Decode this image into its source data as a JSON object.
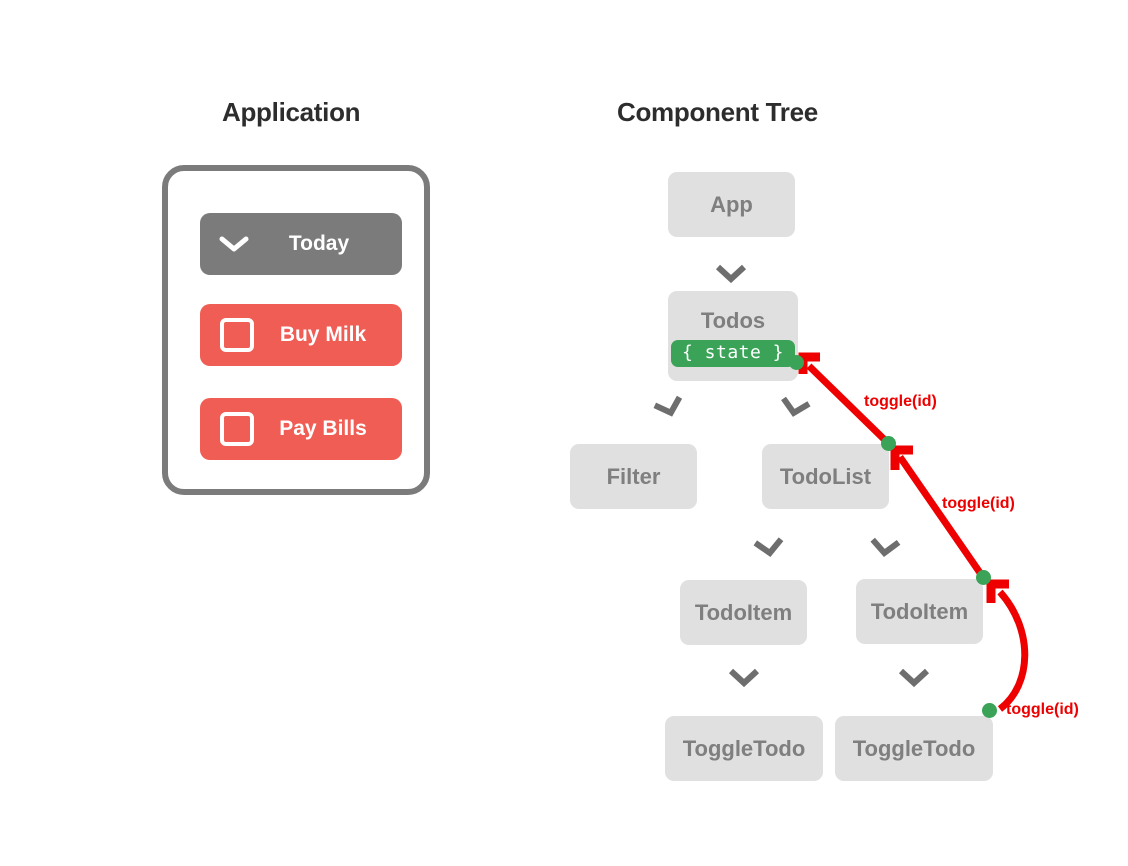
{
  "columns": {
    "app": {
      "title": "Application"
    },
    "tree": {
      "title": "Component Tree"
    }
  },
  "application": {
    "header_row": {
      "label": "Today",
      "icon": "chevron-down-icon",
      "background": "#7b7b7b"
    },
    "todos": [
      {
        "label": "Buy Milk",
        "checked": false,
        "background": "#ef5d55"
      },
      {
        "label": "Pay Bills",
        "checked": false,
        "background": "#ef5d55"
      }
    ],
    "frame_border_color": "#7b7b7b"
  },
  "component_tree": {
    "node_background": "#e0e0e0",
    "node_text_color": "#7f7f7f",
    "nodes": [
      {
        "id": "app",
        "label": "App"
      },
      {
        "id": "todos",
        "label": "Todos",
        "badge": "{ state }",
        "badge_color": "#3aa357"
      },
      {
        "id": "filter",
        "label": "Filter"
      },
      {
        "id": "todolist",
        "label": "TodoList"
      },
      {
        "id": "todoitem-1",
        "label": "TodoItem"
      },
      {
        "id": "todoitem-2",
        "label": "TodoItem"
      },
      {
        "id": "toggletodo-1",
        "label": "ToggleTodo"
      },
      {
        "id": "toggletodo-2",
        "label": "ToggleTodo"
      }
    ],
    "connectors": [
      {
        "from": "app",
        "to": "todos",
        "icon": "chevron-down-icon"
      },
      {
        "from": "todos",
        "to": "filter",
        "icon": "chevron-down-icon"
      },
      {
        "from": "todos",
        "to": "todolist",
        "icon": "chevron-down-icon"
      },
      {
        "from": "todolist",
        "to": "todoitem-1",
        "icon": "chevron-down-icon"
      },
      {
        "from": "todolist",
        "to": "todoitem-2",
        "icon": "chevron-down-icon"
      },
      {
        "from": "todoitem-1",
        "to": "toggletodo-1",
        "icon": "chevron-down-icon"
      },
      {
        "from": "todoitem-2",
        "to": "toggletodo-2",
        "icon": "chevron-down-icon"
      }
    ],
    "callbacks": {
      "color": "#ee0000",
      "dot_color": "#3aa357",
      "flows": [
        {
          "label": "toggle(id)",
          "from": "todolist",
          "to": "todos"
        },
        {
          "label": "toggle(id)",
          "from": "todoitem-2",
          "to": "todolist"
        },
        {
          "label": "toggle(id)",
          "from": "toggletodo-2",
          "to": "todoitem-2"
        }
      ]
    }
  }
}
